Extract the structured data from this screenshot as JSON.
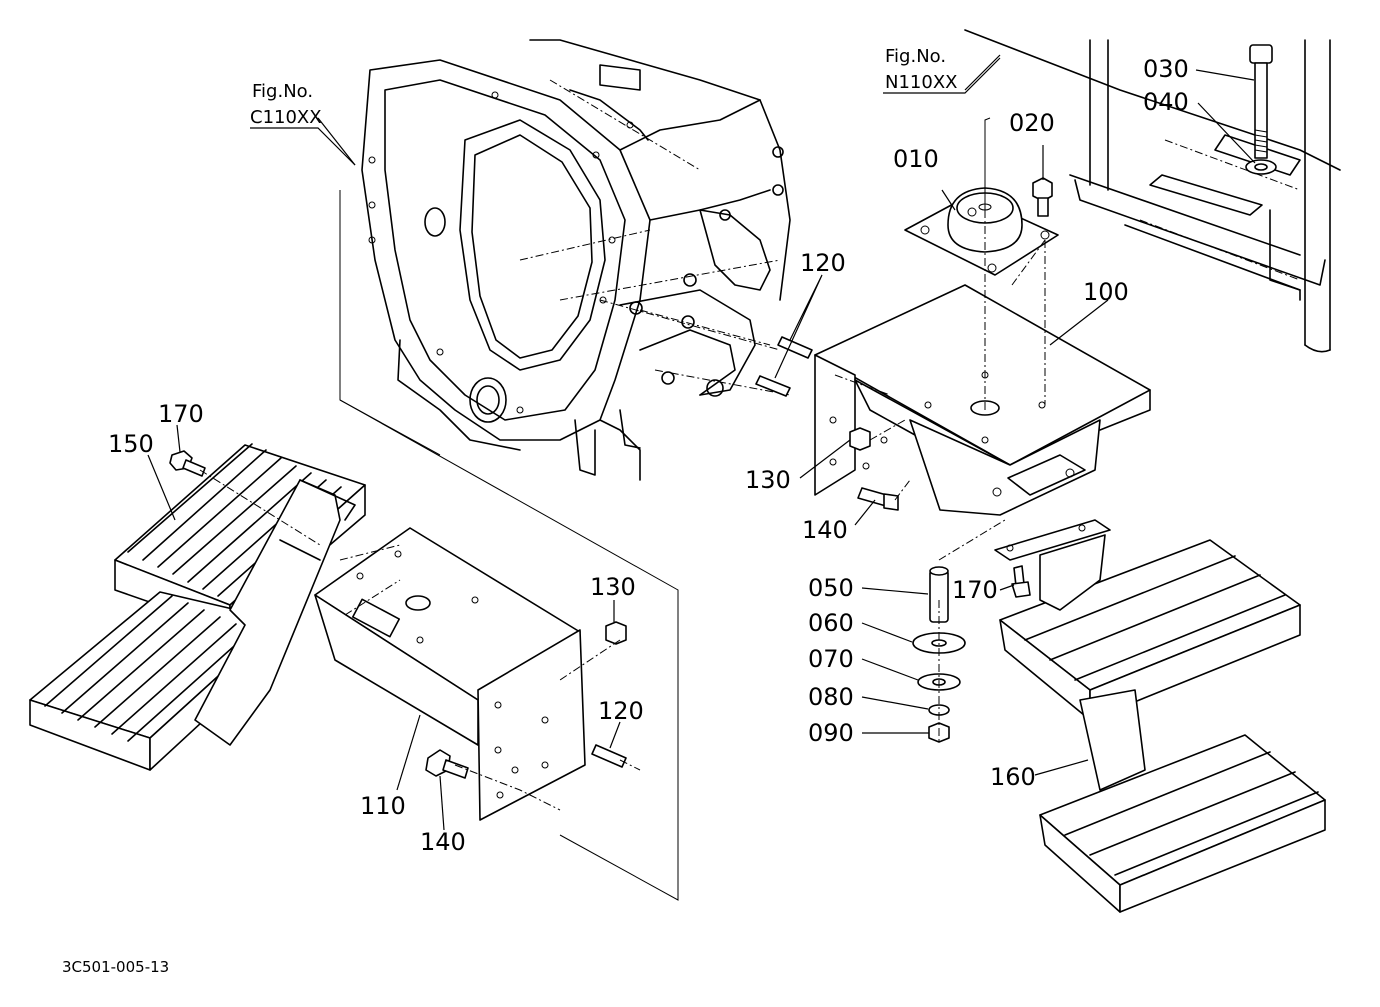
{
  "figure_refs": [
    {
      "line1": "Fig.No.",
      "line2": "C110XX"
    },
    {
      "line1": "Fig.No.",
      "line2": "N110XX"
    }
  ],
  "callouts": [
    {
      "label": "010"
    },
    {
      "label": "020"
    },
    {
      "label": "030"
    },
    {
      "label": "040"
    },
    {
      "label": "050"
    },
    {
      "label": "060"
    },
    {
      "label": "070"
    },
    {
      "label": "080"
    },
    {
      "label": "090"
    },
    {
      "label": "100"
    },
    {
      "label": "110"
    },
    {
      "label": "120"
    },
    {
      "label": "120"
    },
    {
      "label": "130"
    },
    {
      "label": "130"
    },
    {
      "label": "140"
    },
    {
      "label": "140"
    },
    {
      "label": "150"
    },
    {
      "label": "160"
    },
    {
      "label": "170"
    },
    {
      "label": "170"
    }
  ],
  "drawing_number": "3C501-005-13"
}
